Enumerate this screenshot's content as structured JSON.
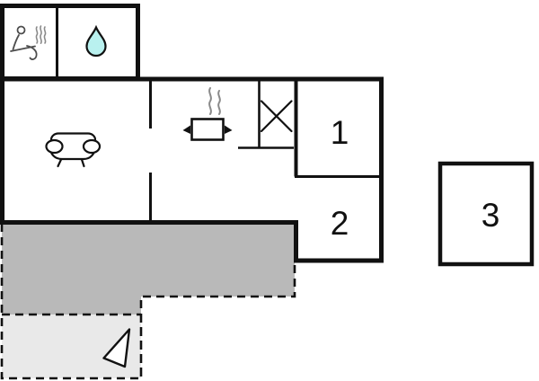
{
  "floorplan": {
    "type": "holiday-home floor plan",
    "rooms": [
      {
        "name": "bedroom-1",
        "label": "1"
      },
      {
        "name": "bedroom-2",
        "label": "2"
      },
      {
        "name": "outbuilding-3",
        "label": "3"
      }
    ],
    "icons": [
      {
        "name": "sauna-icon",
        "meaning": "sauna (person on bench with steam)"
      },
      {
        "name": "water-drop-icon",
        "meaning": "bathroom / water"
      },
      {
        "name": "sofa-icon",
        "meaning": "living room"
      },
      {
        "name": "cooking-pot-icon",
        "meaning": "kitchen"
      },
      {
        "name": "shower-icon",
        "meaning": "shower cubicle (X)"
      },
      {
        "name": "north-arrow-icon",
        "meaning": "orientation arrow"
      }
    ],
    "colors": {
      "wall": "#111111",
      "background": "#ffffff",
      "terrace_fill": "#b9b9b9",
      "patio_fill": "#e9e9e9",
      "water_drop_fill": "#b9f1ef",
      "icon_stroke": "#4d4d4d",
      "steam_stroke": "#8a8a8a"
    }
  }
}
